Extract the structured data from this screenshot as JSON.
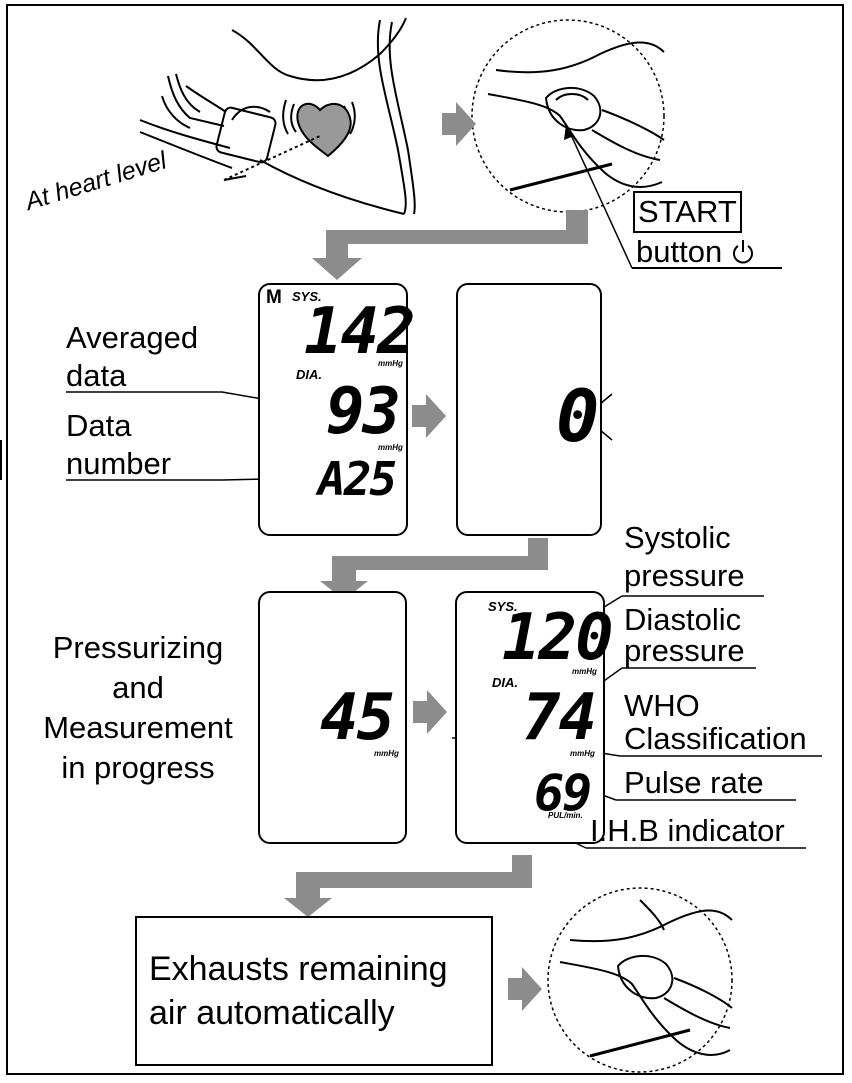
{
  "illustration": {
    "heart_level_label": "At heart level",
    "start_button_word": "START",
    "start_button_rest": "button"
  },
  "display_memory": {
    "memory_mark": "M",
    "sys_label": "SYS.",
    "sys_value": "142",
    "dia_label": "DIA.",
    "dia_value": "93",
    "unit": "mmHg",
    "data_number": "A25"
  },
  "display_zero": {
    "value": "0"
  },
  "display_pressurizing": {
    "value": "45",
    "unit": "mmHg"
  },
  "display_result": {
    "sys_label": "SYS.",
    "sys_value": "120",
    "dia_label": "DIA.",
    "dia_value": "74",
    "unit": "mmHg",
    "pulse_value": "69",
    "pulse_unit": "PUL/min."
  },
  "labels": {
    "averaged_line1": "Averaged",
    "averaged_line2": "data",
    "data_number_line1": "Data",
    "data_number_line2": "number",
    "pressurizing_line1": "Pressurizing",
    "pressurizing_line2": "and",
    "pressurizing_line3": "Measurement",
    "pressurizing_line4": "in progress",
    "systolic_line1": "Systolic",
    "systolic_line2": "pressure",
    "diastolic_line1": "Diastolic",
    "diastolic_line2": "pressure",
    "who_line1": "WHO",
    "who_line2": "Classification",
    "pulse_rate": "Pulse rate",
    "ihb_indicator": "I.H.B indicator",
    "exhaust_line1": "Exhausts remaining",
    "exhaust_line2": "air automatically"
  }
}
